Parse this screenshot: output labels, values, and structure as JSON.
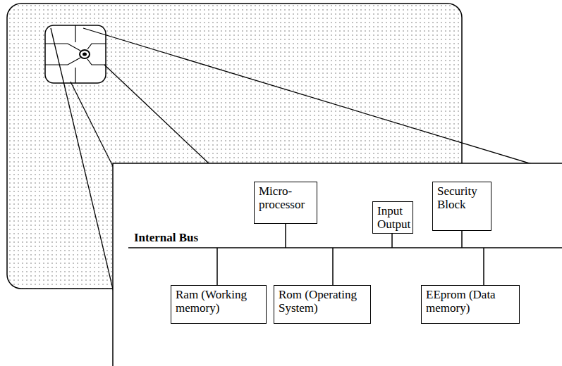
{
  "diagram": {
    "nodes": [
      {
        "text": [
          "Micro- processor"
        ]
      },
      {
        "text": [
          "Input Output"
        ]
      },
      {
        "text": [
          "Security Block"
        ]
      },
      {
        "text": [
          "Ram (Working memory)"
        ]
      },
      {
        "text": [
          "Rom (Operating System)"
        ]
      },
      {
        "text": [
          "EEprom (Data memory)"
        ]
      }
    ],
    "labels": [
      "Internal Bus"
    ]
  }
}
